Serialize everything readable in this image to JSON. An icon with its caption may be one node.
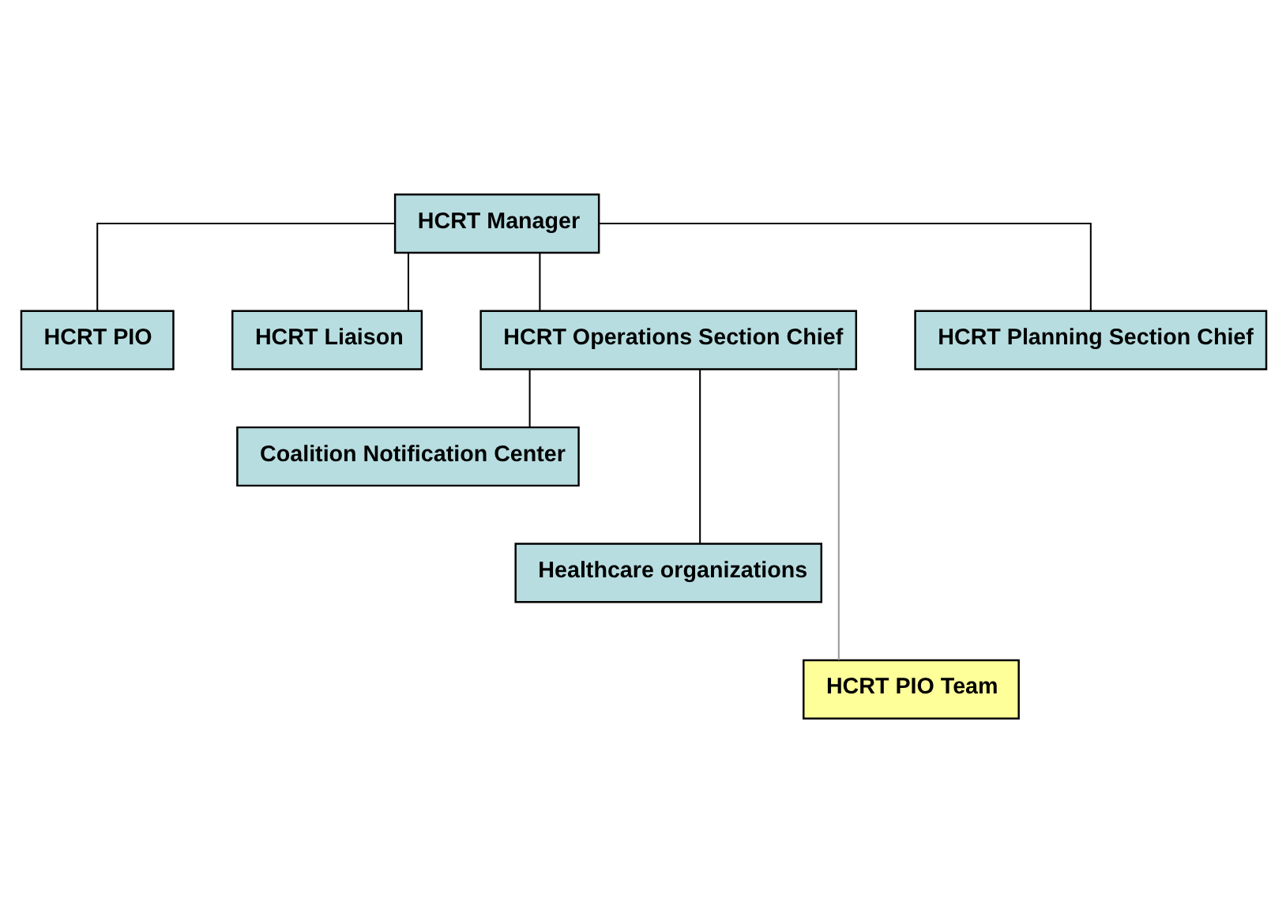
{
  "diagram": {
    "nodes": [
      {
        "text": [
          "HCRT Manager"
        ]
      },
      {
        "text": [
          "HCRT PIO"
        ]
      },
      {
        "text": [
          "HCRT Liaison"
        ]
      },
      {
        "text": [
          "HCRT Operations Section Chief"
        ]
      },
      {
        "text": [
          "HCRT Planning Section Chief"
        ]
      },
      {
        "text": [
          "Coalition Notification Center"
        ]
      },
      {
        "text": [
          "Healthcare organizations"
        ]
      },
      {
        "text": [
          "HCRT PIO Team"
        ]
      }
    ],
    "edges": [
      {
        "from": 0,
        "to": 1,
        "arrow": "none"
      },
      {
        "from": 0,
        "to": 2,
        "arrow": "none"
      },
      {
        "from": 0,
        "to": 3,
        "arrow": "none"
      },
      {
        "from": 0,
        "to": 4,
        "arrow": "none"
      },
      {
        "from": 3,
        "to": 5,
        "arrow": "none"
      },
      {
        "from": 3,
        "to": 6,
        "arrow": "none"
      },
      {
        "from": 3,
        "to": 7,
        "arrow": "none",
        "color": "#999999"
      }
    ]
  }
}
